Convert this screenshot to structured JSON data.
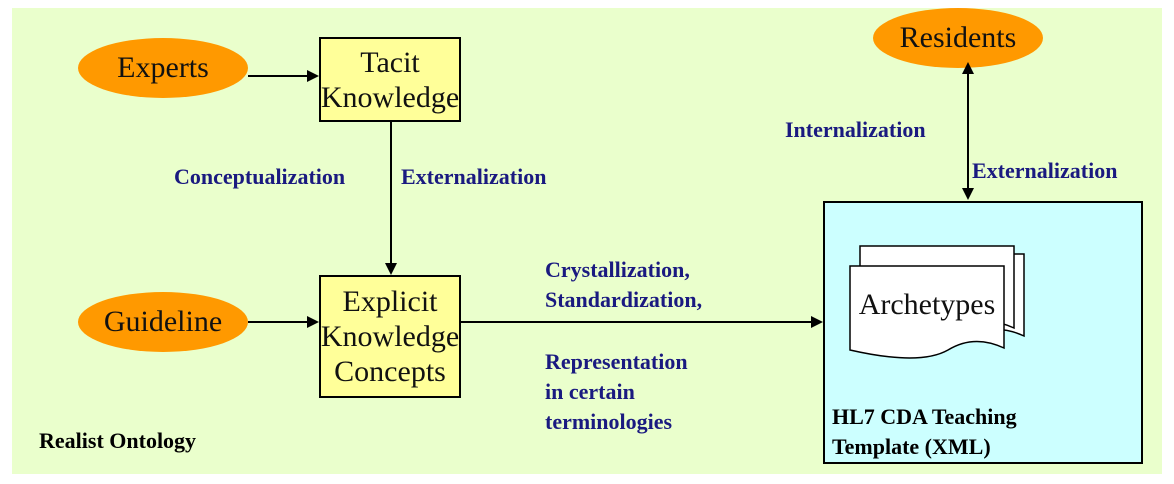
{
  "nodes": {
    "experts": "Experts",
    "residents": "Residents",
    "guideline": "Guideline",
    "tacit": [
      "Tacit",
      "Knowledge"
    ],
    "explicit": [
      "Explicit",
      "Knowledge",
      "Concepts"
    ],
    "archetypes": "Archetypes",
    "template": [
      "HL7 CDA Teaching",
      "Template (XML)"
    ]
  },
  "edge_labels": {
    "conceptualization": "Conceptualization",
    "externalization_left": "Externalization",
    "internalization": "Internalization",
    "externalization_right": "Externalization",
    "crystallization": [
      "Crystallization,",
      "Standardization,"
    ],
    "representation": [
      "Representation",
      "in certain",
      "terminologies"
    ]
  },
  "footer": "Realist Ontology",
  "colors": {
    "background": "#eaffcc",
    "ellipse": "#ff9900",
    "concept_box": "#ffff99",
    "template_box": "#ccffff",
    "label_blue": "#1a1a80"
  }
}
